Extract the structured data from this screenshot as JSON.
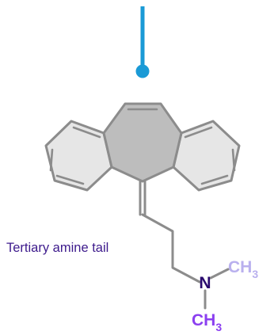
{
  "annotation": {
    "text": "Tertiary amine tail"
  },
  "atoms": {
    "nitrogen": "N",
    "methyl_upper": {
      "main": "CH",
      "subscript": "3"
    },
    "methyl_lower": {
      "main": "CH",
      "subscript": "3"
    }
  },
  "colors": {
    "pointer": "#1a9ad6",
    "ring_fill": "#e6e6e6",
    "central_ring_fill": "#bdbdbd",
    "bond": "#8c8c8c",
    "annotation_text": "#3d1a8c",
    "nitrogen": "#2a0a6e",
    "methyl_upper": "#b9b0ee",
    "methyl_lower": "#8b3ff0"
  }
}
